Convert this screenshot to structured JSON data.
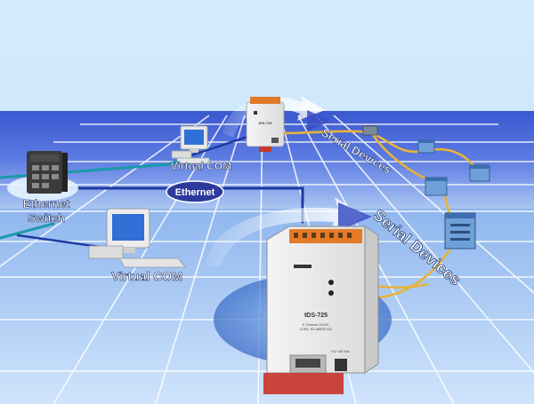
{
  "labels": {
    "switch_line1": "Ethernet",
    "switch_line2": "Switch",
    "virtual_com_top": "Virtual COM",
    "virtual_com_bottom": "Virtual COM",
    "ethernet": "Ethernet",
    "serial_devices_top": "Serial Devices",
    "serial_devices_bottom": "Serial Devices"
  },
  "device_large": {
    "model": "tDS-725",
    "spec_line1": "E: Ethernet 10/100, ",
    "spec_line2": "COM1: RS-485/RS-422",
    "power": "+12~48 Vdc"
  },
  "device_small": {
    "model": "tDS-725"
  },
  "colors": {
    "sky_top": "#cfe6fb",
    "sky_bottom": "#b9dcf8",
    "band": "#3f5fd6",
    "cable_gold": "#e8b23a",
    "net_teal": "#1a9aa8",
    "ethernet_badge": "#2b3a9c"
  },
  "icons": [
    "switch-icon",
    "pc-icon",
    "arrow-icon",
    "serial-module-icon"
  ]
}
